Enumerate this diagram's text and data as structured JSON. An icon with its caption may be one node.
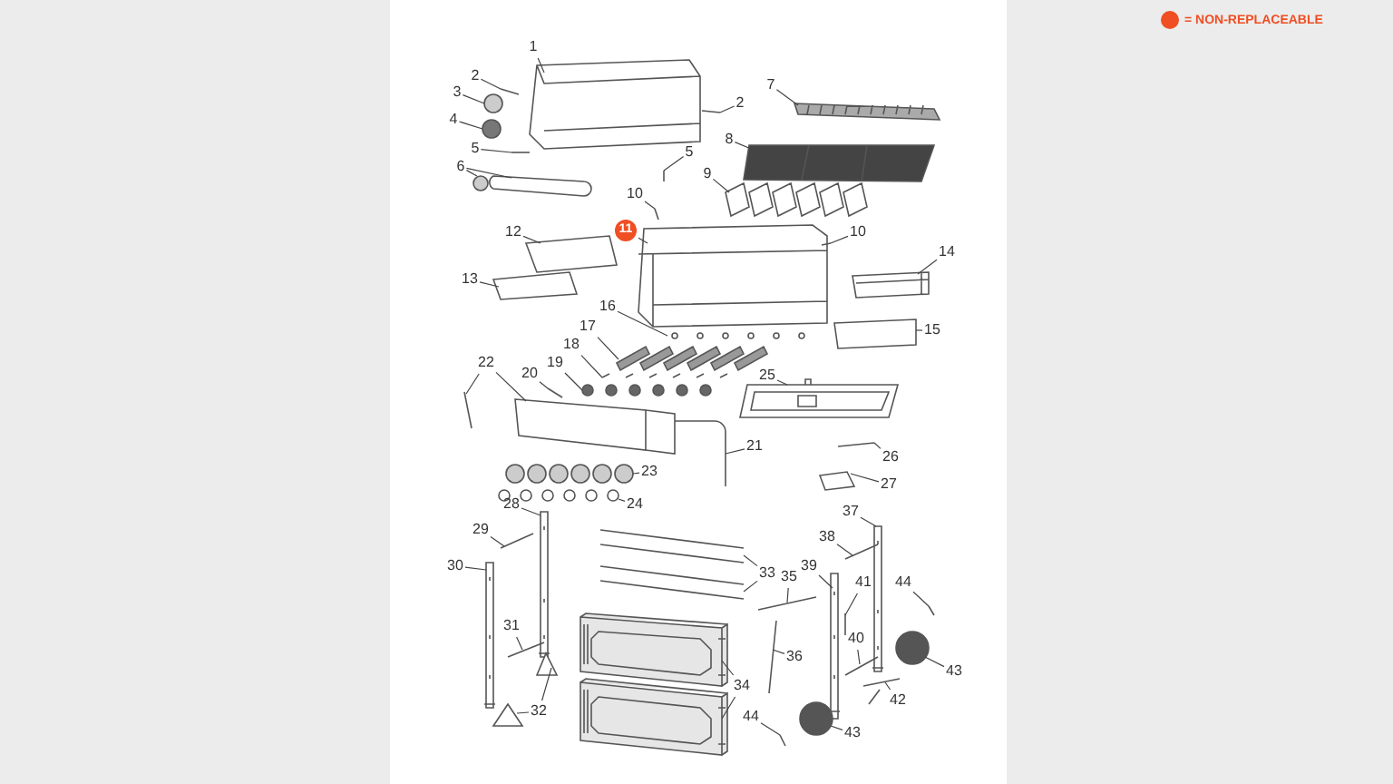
{
  "diagram": {
    "nodes": [
      {
        "text": [
          "1"
        ]
      },
      {
        "text": [
          "2"
        ]
      },
      {
        "text": [
          "3"
        ]
      },
      {
        "text": [
          "7"
        ]
      },
      {
        "text": [
          "2"
        ]
      },
      {
        "text": [
          "4"
        ]
      },
      {
        "text": [
          "8"
        ]
      },
      {
        "text": [
          "5"
        ]
      },
      {
        "text": [
          "6"
        ]
      },
      {
        "text": [
          "9"
        ]
      },
      {
        "text": [
          "5"
        ]
      },
      {
        "text": [
          "10"
        ]
      },
      {
        "text": [
          "11"
        ]
      },
      {
        "text": [
          "12"
        ]
      },
      {
        "text": [
          "10"
        ]
      },
      {
        "text": [
          "14"
        ]
      },
      {
        "text": [
          "13"
        ]
      },
      {
        "text": [
          "16"
        ]
      },
      {
        "text": [
          "15"
        ]
      },
      {
        "text": [
          "17"
        ]
      },
      {
        "text": [
          "18"
        ]
      },
      {
        "text": [
          "19"
        ]
      },
      {
        "text": [
          "20"
        ]
      },
      {
        "text": [
          "22"
        ]
      },
      {
        "text": [
          "25"
        ]
      },
      {
        "text": [
          "21"
        ]
      },
      {
        "text": [
          "26"
        ]
      },
      {
        "text": [
          "23"
        ]
      },
      {
        "text": [
          "27"
        ]
      },
      {
        "text": [
          "24"
        ]
      },
      {
        "text": [
          "28"
        ]
      },
      {
        "text": [
          "37"
        ]
      },
      {
        "text": [
          "29"
        ]
      },
      {
        "text": [
          "38"
        ]
      },
      {
        "text": [
          "30"
        ]
      },
      {
        "text": [
          "33"
        ]
      },
      {
        "text": [
          "39"
        ]
      },
      {
        "text": [
          "35"
        ]
      },
      {
        "text": [
          "41"
        ]
      },
      {
        "text": [
          "44"
        ]
      },
      {
        "text": [
          "31"
        ]
      },
      {
        "text": [
          "40"
        ]
      },
      {
        "text": [
          "36"
        ]
      },
      {
        "text": [
          "43"
        ]
      },
      {
        "text": [
          "34"
        ]
      },
      {
        "text": [
          "42"
        ]
      },
      {
        "text": [
          "32"
        ]
      },
      {
        "text": [
          "44"
        ]
      },
      {
        "text": [
          "43"
        ]
      },
      {
        "text": [],
        "shape": "picture"
      },
      {
        "text": [],
        "shape": "picture"
      },
      {
        "text": [],
        "shape": "picture"
      },
      {
        "text": [],
        "shape": "picture"
      },
      {
        "text": [],
        "shape": "picture"
      },
      {
        "text": [],
        "shape": "picture"
      },
      {
        "text": [],
        "shape": "picture"
      },
      {
        "text": [],
        "shape": "picture"
      },
      {
        "text": [],
        "shape": "picture"
      },
      {
        "text": [],
        "shape": "picture"
      },
      {
        "text": [],
        "shape": "picture"
      },
      {
        "text": [],
        "shape": "picture"
      },
      {
        "text": [],
        "shape": "picture"
      },
      {
        "text": [],
        "shape": "picture"
      },
      {
        "text": [],
        "shape": "picture"
      },
      {
        "text": [],
        "shape": "picture"
      },
      {
        "text": [],
        "shape": "picture"
      },
      {
        "text": [],
        "shape": "picture"
      },
      {
        "text": [],
        "shape": "picture"
      },
      {
        "text": [],
        "shape": "picture"
      },
      {
        "text": [],
        "shape": "picture"
      },
      {
        "text": [],
        "shape": "picture"
      },
      {
        "text": [],
        "shape": "picture"
      },
      {
        "text": [],
        "shape": "picture"
      },
      {
        "text": [],
        "shape": "picture"
      },
      {
        "text": [],
        "shape": "picture"
      },
      {
        "text": [],
        "shape": "picture"
      },
      {
        "text": [],
        "shape": "picture"
      },
      {
        "text": [],
        "shape": "picture"
      },
      {
        "text": [],
        "shape": "picture"
      },
      {
        "text": [],
        "shape": "picture"
      },
      {
        "text": [],
        "shape": "picture"
      },
      {
        "text": [],
        "shape": "picture"
      },
      {
        "text": [],
        "shape": "picture"
      },
      {
        "text": [],
        "shape": "picture"
      },
      {
        "text": [],
        "shape": "picture"
      },
      {
        "text": [],
        "shape": "picture"
      },
      {
        "text": [],
        "shape": "picture"
      },
      {
        "text": [],
        "shape": "picture"
      },
      {
        "text": [],
        "shape": "picture"
      },
      {
        "text": [],
        "shape": "picture"
      },
      {
        "text": [],
        "shape": "picture"
      },
      {
        "text": [],
        "shape": "picture"
      },
      {
        "text": [],
        "shape": "picture"
      },
      {
        "text": [],
        "shape": "picture"
      },
      {
        "text": [],
        "shape": "picture"
      },
      {
        "text": [],
        "shape": "picture"
      },
      {
        "text": [],
        "shape": "picture"
      },
      {
        "text": [],
        "shape": "picture"
      },
      {
        "text": [],
        "shape": "picture"
      },
      {
        "text": [],
        "shape": "picture"
      },
      {
        "text": [],
        "shape": "picture"
      },
      {
        "text": [],
        "shape": "picture"
      },
      {
        "text": [],
        "shape": "picture"
      }
    ],
    "edges": [
      {
        "from": 0,
        "to": 49,
        "arrow": "none"
      },
      {
        "from": 1,
        "to": 50,
        "arrow": "none"
      },
      {
        "from": 2,
        "to": 51,
        "arrow": "none"
      },
      {
        "from": 3,
        "to": 52,
        "arrow": "none"
      },
      {
        "from": 4,
        "to": 53,
        "arrow": "none"
      },
      {
        "from": 5,
        "to": 54,
        "arrow": "none"
      },
      {
        "from": 6,
        "to": 55,
        "arrow": "none"
      },
      {
        "from": 7,
        "to": 56,
        "arrow": "none"
      },
      {
        "from": 8,
        "to": 57,
        "arrow": "none"
      },
      {
        "from": 8,
        "to": 58,
        "arrow": "none"
      },
      {
        "from": 9,
        "to": 59,
        "arrow": "none"
      },
      {
        "from": 10,
        "to": 60,
        "arrow": "none"
      },
      {
        "from": 11,
        "to": 61,
        "arrow": "none"
      },
      {
        "from": 12,
        "to": 62,
        "arrow": "none"
      },
      {
        "from": 13,
        "to": 63,
        "arrow": "none"
      },
      {
        "from": 14,
        "to": 64,
        "arrow": "none"
      },
      {
        "from": 15,
        "to": 65,
        "arrow": "none"
      },
      {
        "from": 16,
        "to": 66,
        "arrow": "none"
      },
      {
        "from": 17,
        "to": 67,
        "arrow": "none"
      },
      {
        "from": 18,
        "to": 68,
        "arrow": "none"
      },
      {
        "from": 19,
        "to": 69,
        "arrow": "none"
      },
      {
        "from": 20,
        "to": 70,
        "arrow": "none"
      },
      {
        "from": 21,
        "to": 71,
        "arrow": "none"
      },
      {
        "from": 22,
        "to": 72,
        "arrow": "none"
      },
      {
        "from": 23,
        "to": 73,
        "arrow": "none"
      },
      {
        "from": 23,
        "to": 74,
        "arrow": "none"
      },
      {
        "from": 24,
        "to": 75,
        "arrow": "none"
      },
      {
        "from": 25,
        "to": 76,
        "arrow": "none"
      },
      {
        "from": 26,
        "to": 77,
        "arrow": "none"
      },
      {
        "from": 27,
        "to": 78,
        "arrow": "none"
      },
      {
        "from": 28,
        "to": 79,
        "arrow": "none"
      },
      {
        "from": 29,
        "to": 80,
        "arrow": "none"
      },
      {
        "from": 30,
        "to": 81,
        "arrow": "none"
      },
      {
        "from": 31,
        "to": 82,
        "arrow": "none"
      },
      {
        "from": 32,
        "to": 83,
        "arrow": "none"
      },
      {
        "from": 33,
        "to": 84,
        "arrow": "none"
      },
      {
        "from": 34,
        "to": 85,
        "arrow": "none"
      },
      {
        "from": 35,
        "to": 86,
        "arrow": "none"
      },
      {
        "from": 35,
        "to": 87,
        "arrow": "none"
      },
      {
        "from": 36,
        "to": 88,
        "arrow": "none"
      },
      {
        "from": 37,
        "to": 89,
        "arrow": "none"
      },
      {
        "from": 38,
        "to": 90,
        "arrow": "none"
      },
      {
        "from": 39,
        "to": 91,
        "arrow": "none"
      },
      {
        "from": 40,
        "to": 92,
        "arrow": "none"
      },
      {
        "from": 41,
        "to": 93,
        "arrow": "none"
      },
      {
        "from": 42,
        "to": 94,
        "arrow": "none"
      },
      {
        "from": 43,
        "to": 95,
        "arrow": "none"
      },
      {
        "from": 44,
        "to": 96,
        "arrow": "none"
      },
      {
        "from": 44,
        "to": 97,
        "arrow": "none"
      },
      {
        "from": 45,
        "to": 98,
        "arrow": "none"
      },
      {
        "from": 46,
        "to": 99,
        "arrow": "none"
      },
      {
        "from": 46,
        "to": 100,
        "arrow": "none"
      },
      {
        "from": 47,
        "to": 101,
        "arrow": "none"
      },
      {
        "from": 48,
        "to": 102,
        "arrow": "none"
      }
    ],
    "legend": [
      {
        "text": "= NON-REPLACEABLE",
        "color": "#f04e23"
      }
    ]
  }
}
